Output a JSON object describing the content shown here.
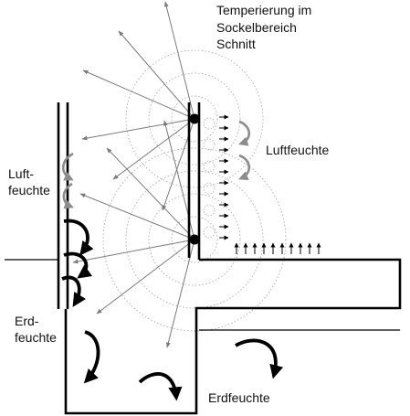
{
  "title": {
    "line1": "Temperierung im",
    "line2": "Sockelbereich",
    "line3": "Schnitt"
  },
  "labels": {
    "luftfeuchte_right": "Luftfeuchte",
    "luftfeuchte_left_line1": "Luft-",
    "luftfeuchte_left_line2": "feuchte",
    "erdfeuchte_left_line1": "Erd-",
    "erdfeuchte_left_line2": "feuchte",
    "erdfeuchte_bottom": "Erdfeuchte"
  },
  "colors": {
    "structure": "#000000",
    "ray": "#7a7a7a",
    "wave": "#b0b0b0",
    "moisture_gray": "#8c8c8c"
  },
  "icons": {
    "heat_source": "filled-circle",
    "moisture_air": "curved-arrow-gray",
    "moisture_ground": "curved-arrow-black",
    "airflow": "small-arrowhead"
  }
}
